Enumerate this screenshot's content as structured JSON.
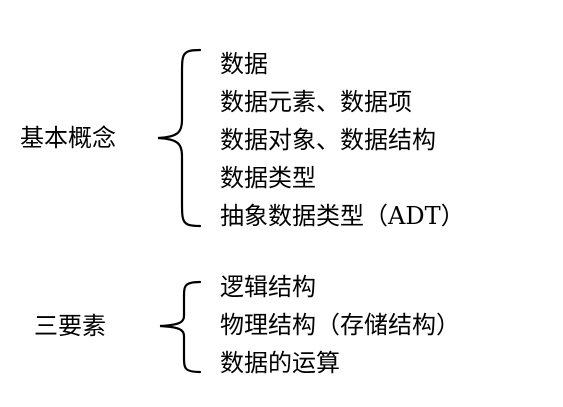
{
  "groups": [
    {
      "label": "基本概念",
      "items": [
        "数据",
        "数据元素、数据项",
        "数据对象、数据结构",
        "数据类型",
        "抽象数据类型（ADT）"
      ]
    },
    {
      "label": "三要素",
      "items": [
        "逻辑结构",
        "物理结构（存储结构）",
        "数据的运算"
      ]
    }
  ]
}
